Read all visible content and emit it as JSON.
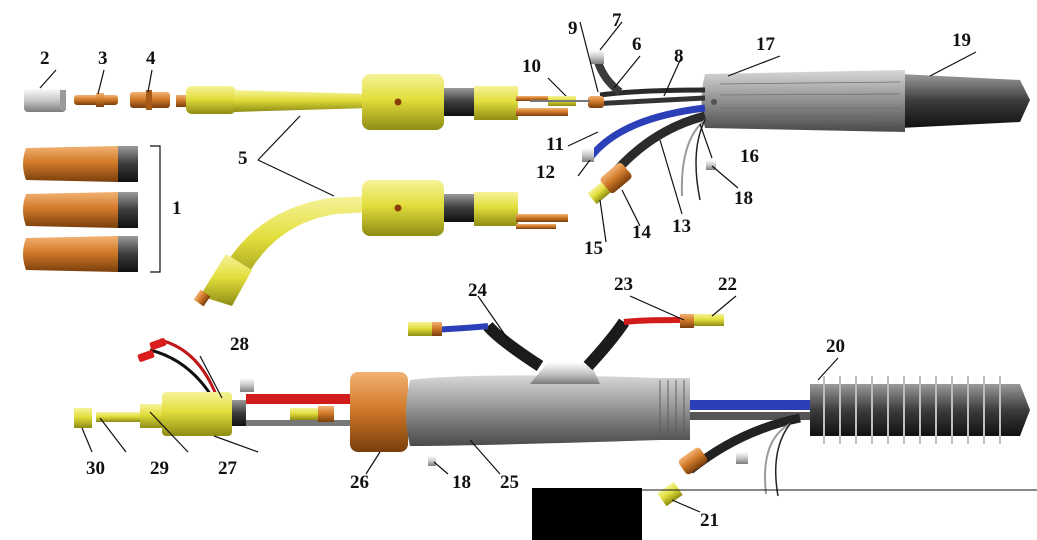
{
  "labels": {
    "l1": "1",
    "l2": "2",
    "l3": "3",
    "l4": "4",
    "l5": "5",
    "l6": "6",
    "l7": "7",
    "l8": "8",
    "l9": "9",
    "l10": "10",
    "l11": "11",
    "l12": "12",
    "l13": "13",
    "l14": "14",
    "l15": "15",
    "l16": "16",
    "l17": "17",
    "l18": "18",
    "l18b": "18",
    "l19": "19",
    "l20": "20",
    "l21": "21",
    "l22": "22",
    "l23": "23",
    "l24": "24",
    "l25": "25",
    "l26": "26",
    "l27": "27",
    "l28": "28",
    "l29": "29",
    "l30": "30"
  },
  "colors": {
    "brass": "#e5e24a",
    "brassDark": "#9c9a1c",
    "copper": "#d9822b",
    "copperDark": "#8c4a12",
    "grey": "#8a8a8a",
    "darkGrey": "#3e3e3e",
    "blue": "#2a3fb8",
    "red": "#d21c1c",
    "black": "#151515"
  }
}
